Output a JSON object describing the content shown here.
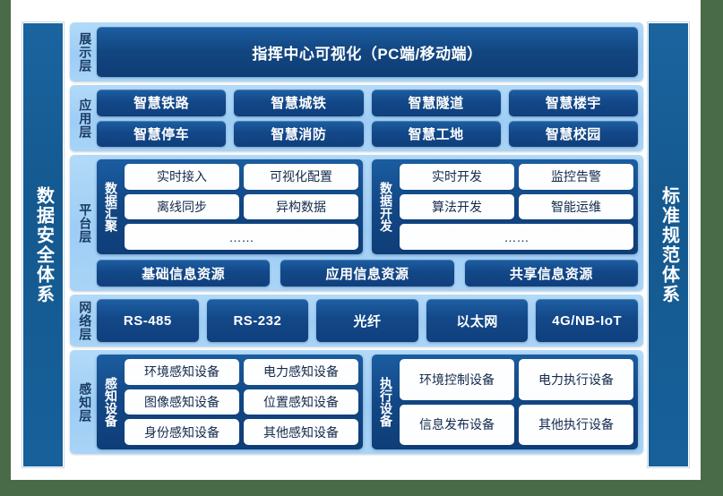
{
  "colors": {
    "page_background": "#4a6b47",
    "canvas": "#ffffff",
    "layer_panel": "#9ecdf5",
    "chip_dark": "#134888",
    "chip_white": "#ffffff",
    "side_bar": "#17609a",
    "label_text": "#1a3c63"
  },
  "side_systems": {
    "left": "数据安全体系",
    "right": "标准规范体系"
  },
  "layers": [
    {
      "key": "display",
      "label": "展示层",
      "banner": "指挥中心可视化（PC端/移动端）"
    },
    {
      "key": "application",
      "label": "应用层",
      "items": [
        "智慧铁路",
        "智慧城铁",
        "智慧隧道",
        "智慧楼宇",
        "智慧停车",
        "智慧消防",
        "智慧工地",
        "智慧校园"
      ]
    },
    {
      "key": "platform",
      "label": "平台层",
      "groups": [
        {
          "title": "数据汇聚",
          "items": [
            "实时接入",
            "可视化配置",
            "离线同步",
            "异构数据"
          ],
          "more": "……"
        },
        {
          "title": "数据开发",
          "items": [
            "实时开发",
            "监控告警",
            "算法开发",
            "智能运维"
          ],
          "more": "……"
        }
      ],
      "resources": [
        "基础信息资源",
        "应用信息资源",
        "共享信息资源"
      ]
    },
    {
      "key": "network",
      "label": "网络层",
      "items": [
        "RS-485",
        "RS-232",
        "光纤",
        "以太网",
        "4G/NB-IoT"
      ]
    },
    {
      "key": "sense",
      "label": "感知层",
      "groups": [
        {
          "title": "感知设备",
          "items": [
            "环境感知设备",
            "电力感知设备",
            "图像感知设备",
            "位置感知设备",
            "身份感知设备",
            "其他感知设备"
          ]
        },
        {
          "title": "执行设备",
          "items": [
            "环境控制设备",
            "电力执行设备",
            "信息发布设备",
            "其他执行设备"
          ]
        }
      ]
    }
  ]
}
